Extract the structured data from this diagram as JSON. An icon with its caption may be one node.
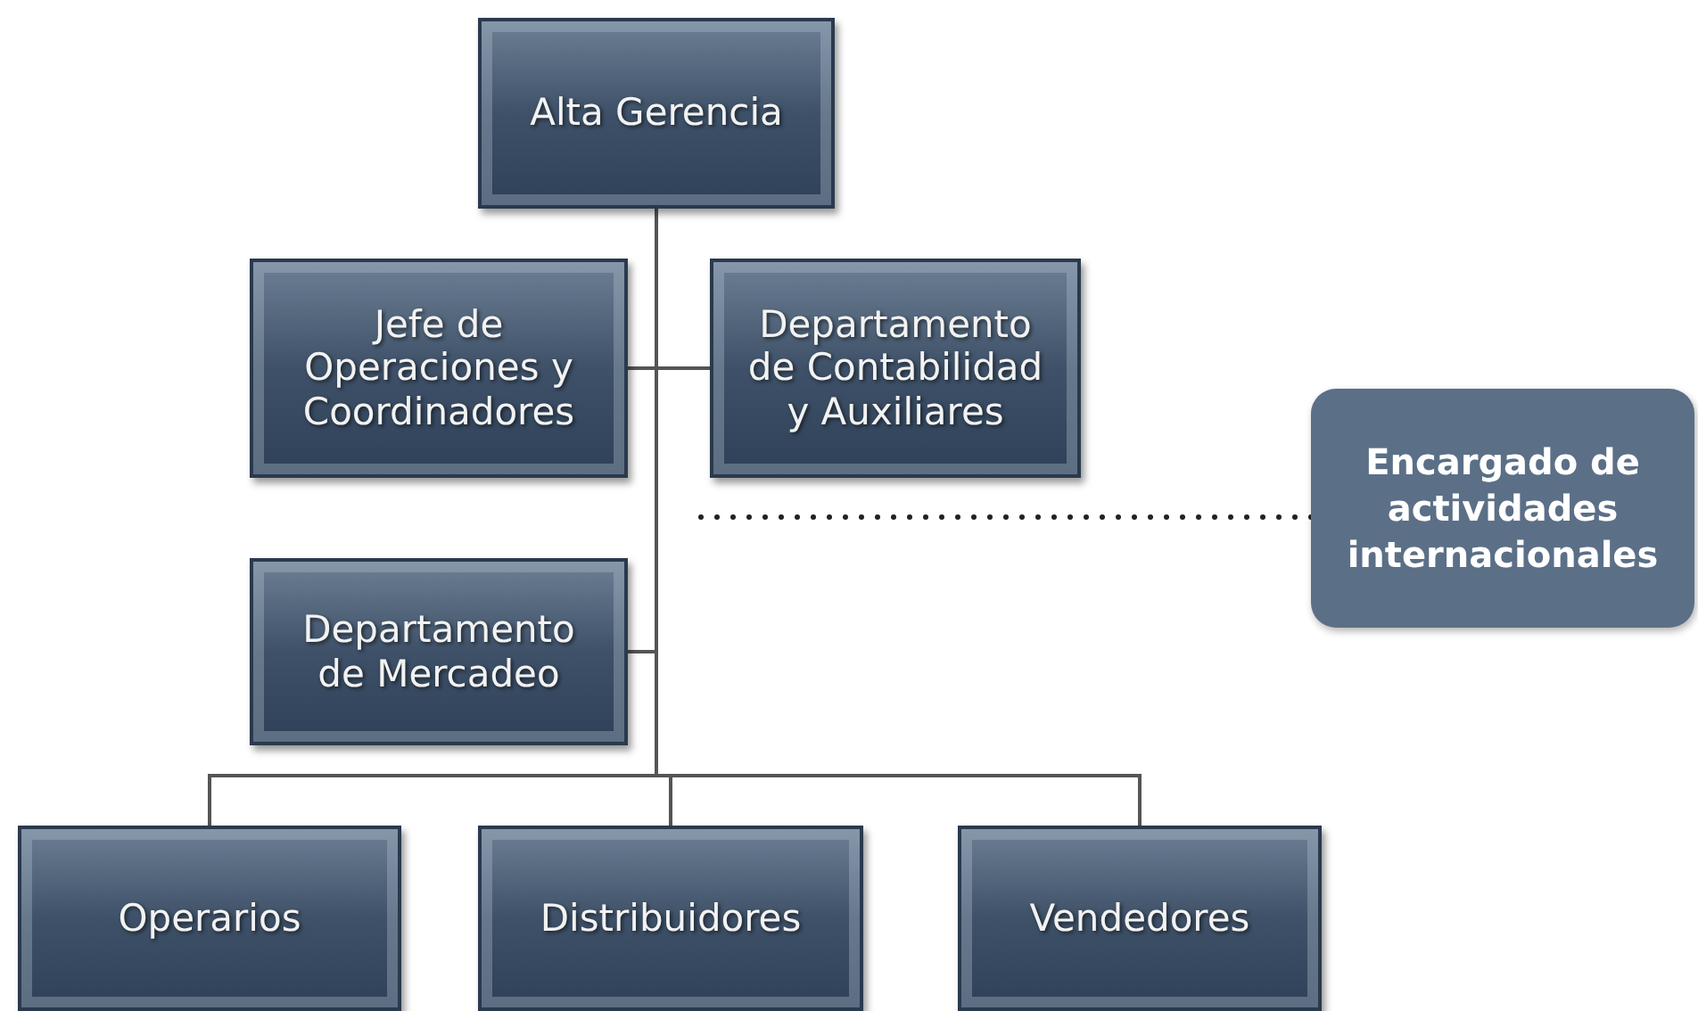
{
  "diagram": {
    "nodes": [
      {
        "text": [
          "Alta Gerencia"
        ]
      },
      {
        "text": [
          "Jefe de Operaciones  y Coordinadores"
        ]
      },
      {
        "text": [
          "Departamento de Contabilidad y Auxiliares"
        ]
      },
      {
        "text": [
          "Departamento de Mercadeo"
        ]
      },
      {
        "text": [
          "Operarios"
        ]
      },
      {
        "text": [
          "Distribuidores"
        ]
      },
      {
        "text": [
          "Vendedores"
        ]
      },
      {
        "text": [
          "Encargado de actividades internacionales"
        ]
      }
    ],
    "edges": [
      {
        "from": 0,
        "to": 1,
        "arrow": "none"
      },
      {
        "from": 0,
        "to": 2,
        "arrow": "none"
      },
      {
        "from": 0,
        "to": 3,
        "arrow": "none"
      },
      {
        "from": 0,
        "to": 4,
        "arrow": "none"
      },
      {
        "from": 0,
        "to": 5,
        "arrow": "none"
      },
      {
        "from": 0,
        "to": 6,
        "arrow": "none"
      },
      {
        "from": 7,
        "to": null,
        "arrow": "none",
        "style": "dashed"
      }
    ]
  }
}
